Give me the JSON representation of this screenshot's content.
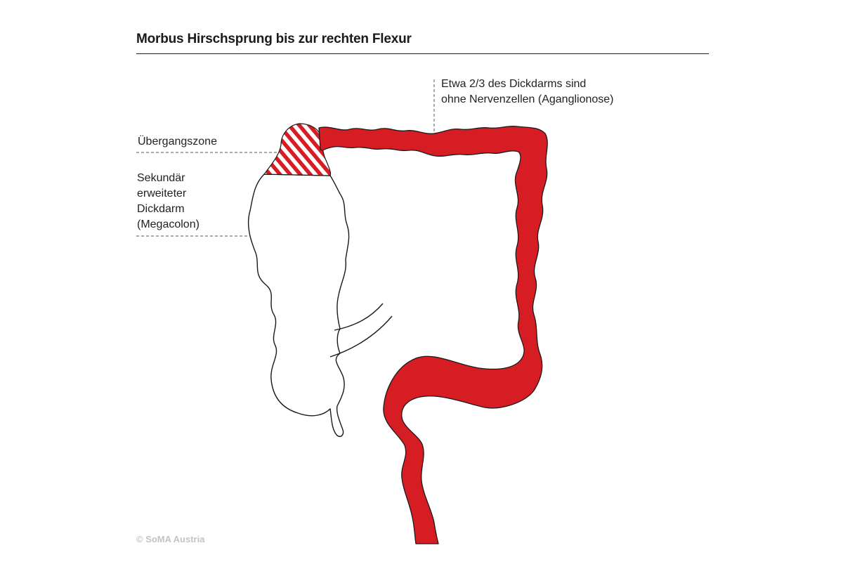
{
  "title": "Morbus Hirschsprung bis zur rechten Flexur",
  "labels": {
    "aganglionose": {
      "line1": "Etwa 2/3 des Dickdarms sind",
      "line2": "ohne Nervenzellen (Aganglionose)"
    },
    "transition_zone": "Übergangszone",
    "megacolon": {
      "line1": "Sekundär",
      "line2": "erweiteter",
      "line3": "Dickdarm",
      "line4": "(Megacolon)"
    }
  },
  "credit": "© SoMA Austria",
  "colors": {
    "aganglionic": "#d71d24",
    "outline": "#1a1a1a",
    "leader_line": "#555555",
    "credit": "#c4c4c4",
    "background": "#ffffff"
  }
}
